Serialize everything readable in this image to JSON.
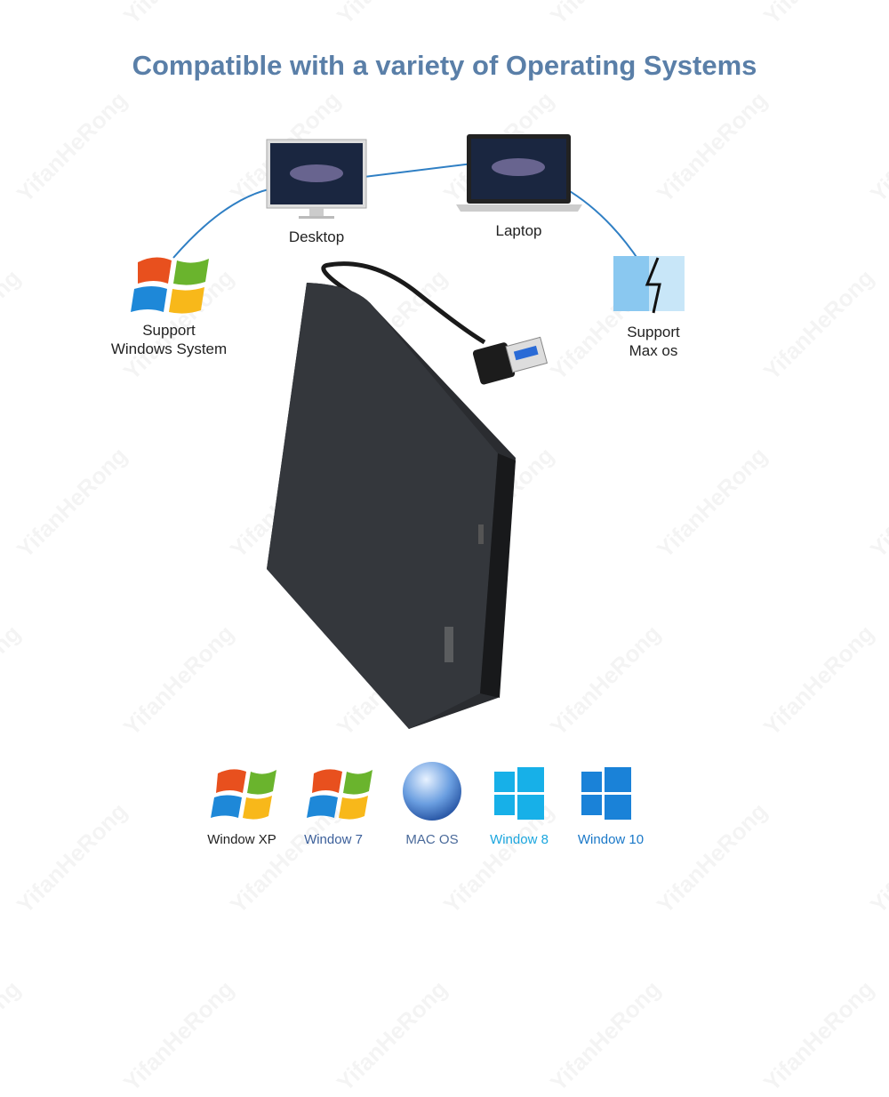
{
  "title": "Compatible with a variety of Operating Systems",
  "watermark": "YifanHeRong",
  "devices": {
    "desktop": "Desktop",
    "laptop": "Laptop",
    "windows": [
      "Support",
      "Windows System"
    ],
    "mac": [
      "Support",
      "Max os"
    ]
  },
  "os_list": [
    {
      "label": "Window XP",
      "color": "#222222",
      "icon": "windows-xp-flag-icon"
    },
    {
      "label": "Window 7",
      "color": "#3b5f9a",
      "icon": "windows-7-flag-icon"
    },
    {
      "label": "MAC OS",
      "color": "#4a6a9a",
      "icon": "mac-os-orb-icon"
    },
    {
      "label": "Window 8",
      "color": "#1ba6de",
      "icon": "windows-8-tiles-icon"
    },
    {
      "label": "Window 10",
      "color": "#1a78c8",
      "icon": "windows-10-tiles-icon"
    }
  ],
  "colors": {
    "title": "#5a7fa8",
    "arc": "#2f7fc4",
    "drive": "#2a2c30"
  }
}
